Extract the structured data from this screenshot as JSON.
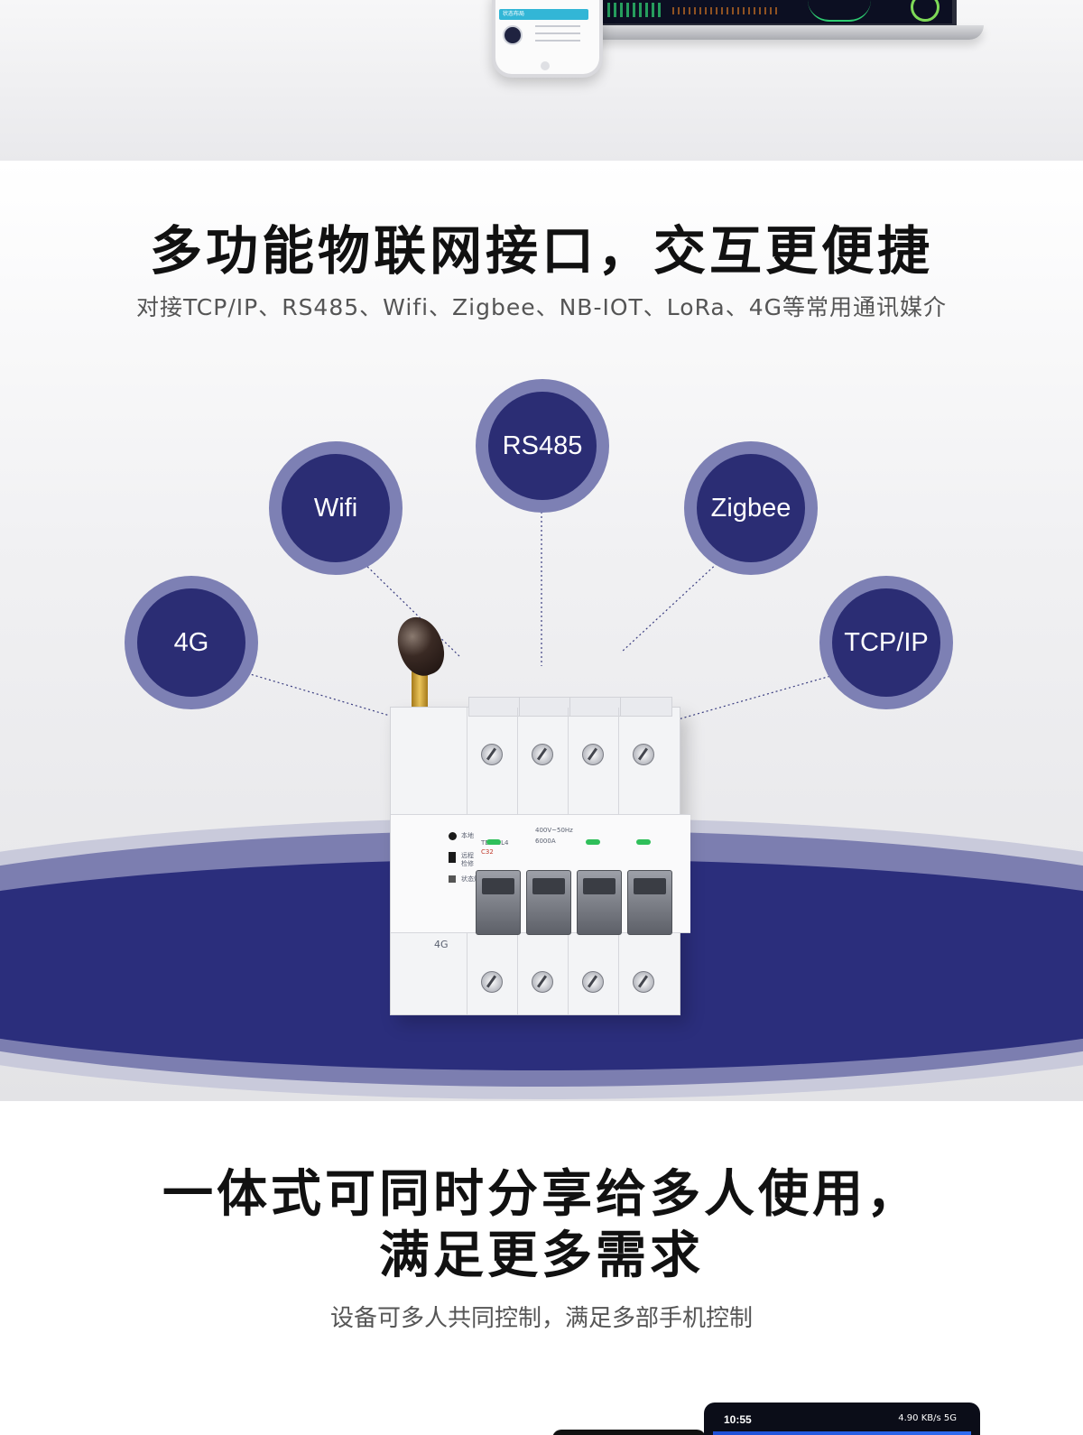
{
  "banner": {
    "phone_header": "状态布局"
  },
  "section_iot": {
    "title": "多功能物联网接口，交互更便捷",
    "subtitle": "对接TCP/IP、RS485、Wifi、Zigbee、NB-IOT、LoRa、4G等常用通讯媒介",
    "protocols": {
      "rs485": "RS485",
      "wifi": "Wifi",
      "zigbee": "Zigbee",
      "fourg": "4G",
      "tcpip": "TCP/IP"
    },
    "breaker": {
      "model": "TD-4GL4",
      "rating": "C32",
      "spec_voltage": "400V~50Hz",
      "spec_capacity": "6000A",
      "label_local": "本地",
      "label_remote": "远程 检修",
      "label_status": "状态灯",
      "signal": "4G"
    },
    "colors": {
      "bubble_core": "#2b2d74",
      "bubble_ring": "#7d80b4",
      "platform": "#2b2e7c"
    }
  },
  "section_share": {
    "title_line1": "一体式可同时分享给多人使用，",
    "title_line2": "满足更多需求",
    "subtitle": "设备可多人共同控制，满足多部手机控制",
    "phone_time": "10:55",
    "phone_status": "4.90 KB/s 5G"
  }
}
